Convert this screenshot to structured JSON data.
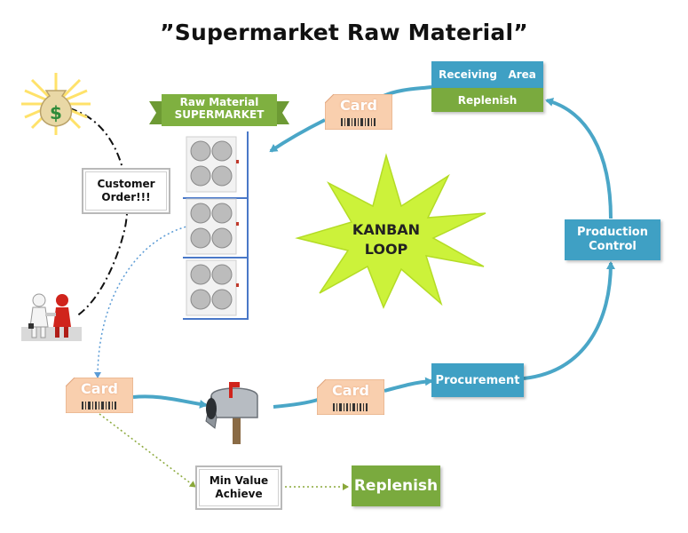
{
  "title": "”Supermarket Raw Material”",
  "banner": {
    "line1": "Raw Material",
    "line2": "SUPERMARKET"
  },
  "receiving_area": {
    "label": "Receiving   Area",
    "sub_label": "Replenish"
  },
  "production_control": {
    "line1": "Production",
    "line2": "Control"
  },
  "procurement": {
    "label": "Procurement"
  },
  "customer_order": {
    "line1": "Customer",
    "line2": "Order!!!"
  },
  "kanban": {
    "line1": "KANBAN",
    "line2": "LOOP"
  },
  "cards": {
    "top": "Card",
    "left": "Card",
    "bottom": "Card"
  },
  "min_value": {
    "line1": "Min Value",
    "line2": "Achieve"
  },
  "replenish_bottom": {
    "label": "Replenish"
  },
  "colors": {
    "blue": "#3fa0c4",
    "green": "#7aaa3e",
    "card": "#f9cfae",
    "starburst": "#ccf23a",
    "arrow": "#4aa6c7"
  },
  "icons": [
    "money-bag-icon",
    "handshake-icon",
    "mailbox-icon",
    "barcode-icon",
    "air-conditioner-unit-icon"
  ]
}
